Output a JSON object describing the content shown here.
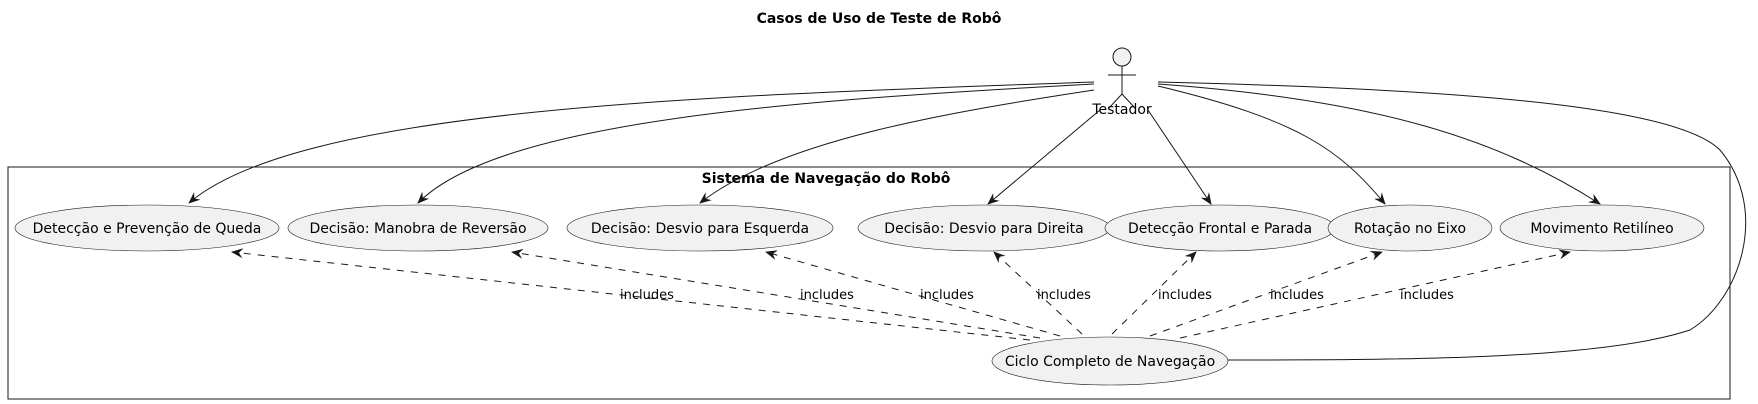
{
  "diagram": {
    "title": "Casos de Uso de Teste de Robô",
    "actor": {
      "name": "Testador"
    },
    "system": {
      "name": "Sistema de Navegação do Robô"
    },
    "use_cases": [
      {
        "id": "queda",
        "label": "Detecção e Prevenção de Queda"
      },
      {
        "id": "reversao",
        "label": "Decisão: Manobra de Reversão"
      },
      {
        "id": "esquerda",
        "label": "Decisão: Desvio para Esquerda"
      },
      {
        "id": "direita",
        "label": "Decisão: Desvio para Direita"
      },
      {
        "id": "frontal",
        "label": "Detecção Frontal e Parada"
      },
      {
        "id": "rotacao",
        "label": "Rotação no Eixo"
      },
      {
        "id": "retilineo",
        "label": "Movimento Retilíneo"
      },
      {
        "id": "ciclo",
        "label": "Ciclo Completo de Navegação"
      }
    ],
    "include_label": "includes",
    "includes": [
      {
        "from": "ciclo",
        "to": "queda",
        "label": "includes"
      },
      {
        "from": "ciclo",
        "to": "reversao",
        "label": "includes"
      },
      {
        "from": "ciclo",
        "to": "esquerda",
        "label": "includes"
      },
      {
        "from": "ciclo",
        "to": "direita",
        "label": "includes"
      },
      {
        "from": "ciclo",
        "to": "frontal",
        "label": "includes"
      },
      {
        "from": "ciclo",
        "to": "rotacao",
        "label": "includes"
      },
      {
        "from": "ciclo",
        "to": "retilineo",
        "label": "includes"
      }
    ],
    "associations": [
      {
        "from": "Testador",
        "to": "queda"
      },
      {
        "from": "Testador",
        "to": "reversao"
      },
      {
        "from": "Testador",
        "to": "esquerda"
      },
      {
        "from": "Testador",
        "to": "direita"
      },
      {
        "from": "Testador",
        "to": "frontal"
      },
      {
        "from": "Testador",
        "to": "rotacao"
      },
      {
        "from": "Testador",
        "to": "retilineo"
      },
      {
        "from": "Testador",
        "to": "ciclo"
      }
    ]
  }
}
